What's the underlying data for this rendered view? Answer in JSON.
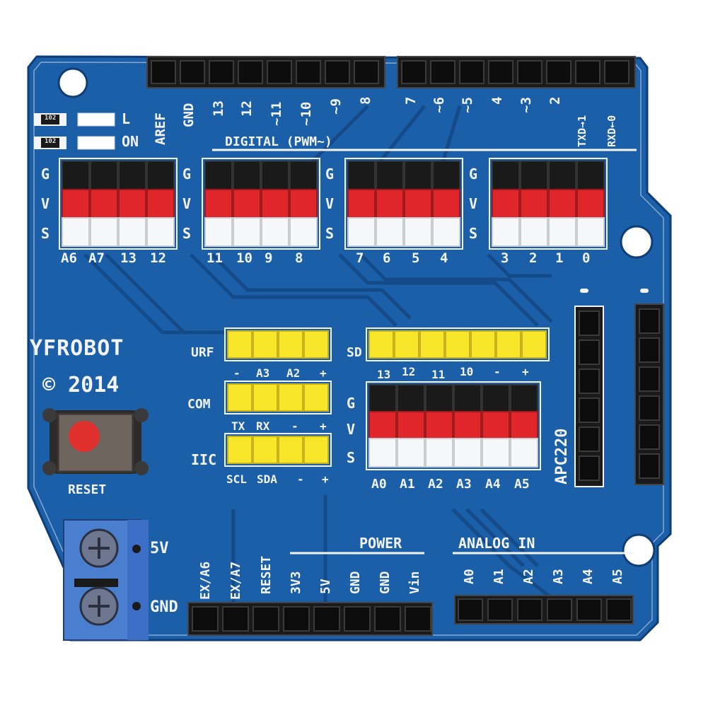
{
  "board": {
    "brand": "YFROBOT",
    "copyright": "© 2014",
    "colors": {
      "pcb": "#1b5fa8",
      "pcb_dark": "#134a87",
      "silkscreen": "#f2f4f8",
      "header_black": "#1a1a1a",
      "header_red": "#e0262a",
      "header_white": "#f6f7f8",
      "header_yellow": "#f7e62a",
      "terminal_blue": "#4a7fd0",
      "reset_red": "#e0302d"
    }
  },
  "leds": [
    {
      "resistor": "102",
      "label": "L"
    },
    {
      "resistor": "102",
      "label": "ON"
    }
  ],
  "top_header": {
    "section_label": "DIGITAL (PWM~)",
    "left_pins": [
      "AREF",
      "GND",
      "13",
      "12",
      "~11",
      "~10",
      "~9",
      "8"
    ],
    "right_pins": [
      "7",
      "~6",
      "~5",
      "4",
      "~3",
      "2",
      "TXD→1",
      "RXD←0"
    ]
  },
  "gvs_rows": {
    "g": "G",
    "v": "V",
    "s": "S"
  },
  "digital_groups": [
    {
      "pins": [
        "A6",
        "A7",
        "13",
        "12"
      ]
    },
    {
      "pins": [
        "11",
        "10",
        "9",
        "8"
      ]
    },
    {
      "pins": [
        "7",
        "6",
        "5",
        "4"
      ]
    },
    {
      "pins": [
        "3",
        "2",
        "1",
        "0"
      ]
    }
  ],
  "mid_headers": {
    "urf": {
      "label": "URF",
      "pins": [
        "-",
        "A3",
        "A2",
        "+"
      ]
    },
    "com": {
      "label": "COM",
      "pins": [
        "TX",
        "RX",
        "-",
        "+"
      ]
    },
    "iic": {
      "label": "IIC",
      "pins": [
        "SCL",
        "SDA",
        "-",
        "+"
      ]
    },
    "sd": {
      "label": "SD",
      "pins": [
        "13",
        "12",
        "11",
        "10",
        "-",
        "+"
      ]
    },
    "analog_gvs": {
      "pins": [
        "A0",
        "A1",
        "A2",
        "A3",
        "A4",
        "A5"
      ]
    }
  },
  "apc220": {
    "label": "APC220"
  },
  "reset_button": {
    "label": "RESET"
  },
  "terminal_block": {
    "pin_top": "5V",
    "pin_bottom": "GND"
  },
  "power_header": {
    "section_label": "POWER",
    "pins": [
      "EX/A6",
      "EX/A7",
      "RESET",
      "3V3",
      "5V",
      "GND",
      "GND",
      "Vin"
    ]
  },
  "analog_header": {
    "section_label": "ANALOG IN",
    "pins": [
      "A0",
      "A1",
      "A2",
      "A3",
      "A4",
      "A5"
    ]
  }
}
